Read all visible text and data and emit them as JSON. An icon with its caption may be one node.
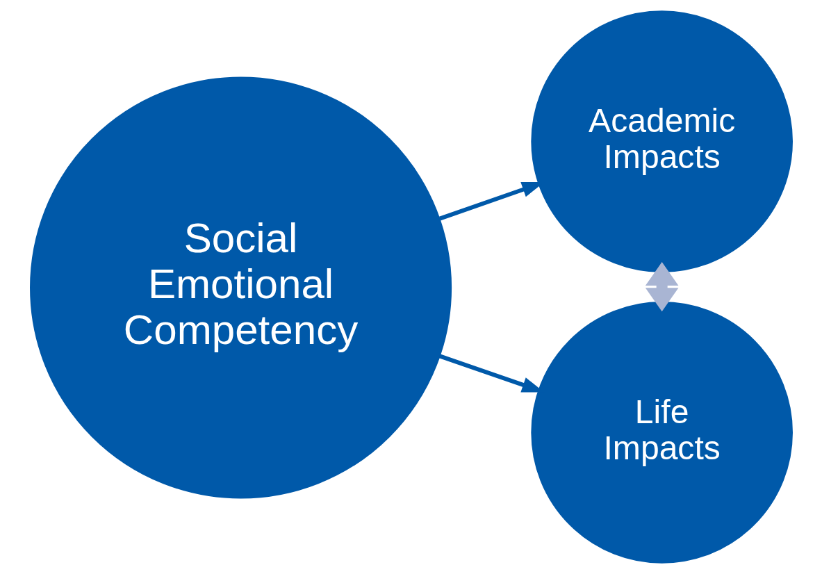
{
  "diagram": {
    "nodes": [
      {
        "text": [
          "Social Emotional Competency"
        ]
      },
      {
        "text": [
          "Academic Impacts"
        ]
      },
      {
        "text": [
          "Life Impacts"
        ]
      }
    ],
    "edges": [
      {
        "from": 0,
        "to": 1,
        "arrow": "to"
      },
      {
        "from": 0,
        "to": 2,
        "arrow": "to"
      },
      {
        "from": 1,
        "to": 2,
        "arrow": "both",
        "style": "thick",
        "color": "#a9b5d3"
      }
    ]
  }
}
